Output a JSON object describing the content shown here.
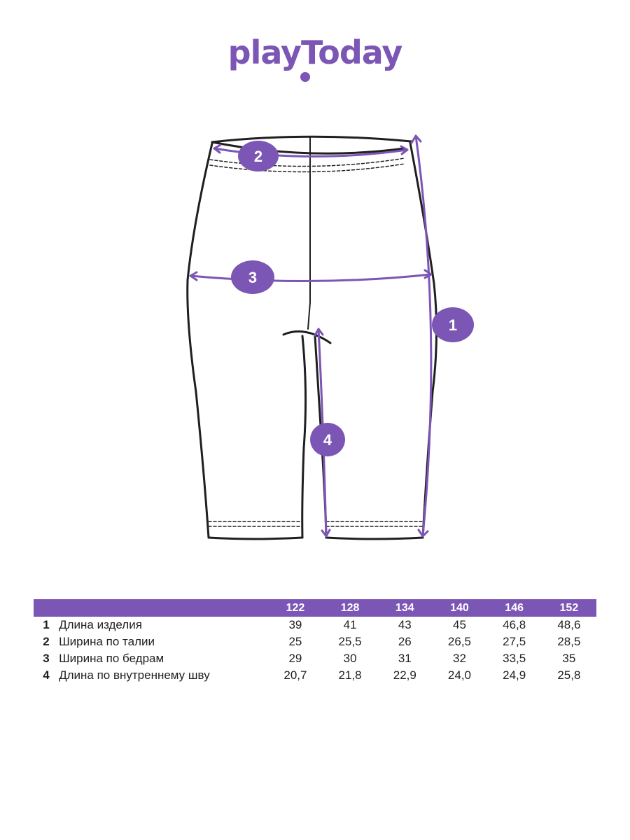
{
  "logo": {
    "text": "playToday"
  },
  "diagram": {
    "badges": [
      {
        "num": "1"
      },
      {
        "num": "2"
      },
      {
        "num": "3"
      },
      {
        "num": "4"
      }
    ]
  },
  "table": {
    "sizes": [
      "122",
      "128",
      "134",
      "140",
      "146",
      "152"
    ],
    "rows": [
      {
        "num": "1",
        "label": "Длина изделия",
        "values": [
          "39",
          "41",
          "43",
          "45",
          "46,8",
          "48,6"
        ]
      },
      {
        "num": "2",
        "label": "Ширина по талии",
        "values": [
          "25",
          "25,5",
          "26",
          "26,5",
          "27,5",
          "28,5"
        ]
      },
      {
        "num": "3",
        "label": "Ширина по бедрам",
        "values": [
          "29",
          "30",
          "31",
          "32",
          "33,5",
          "35"
        ]
      },
      {
        "num": "4",
        "label": "Длина по внутреннему шву",
        "values": [
          "20,7",
          "21,8",
          "22,9",
          "24,0",
          "24,9",
          "25,8"
        ]
      }
    ]
  },
  "colors": {
    "brand": "#7b56b5",
    "outline": "#1f1f1f"
  }
}
